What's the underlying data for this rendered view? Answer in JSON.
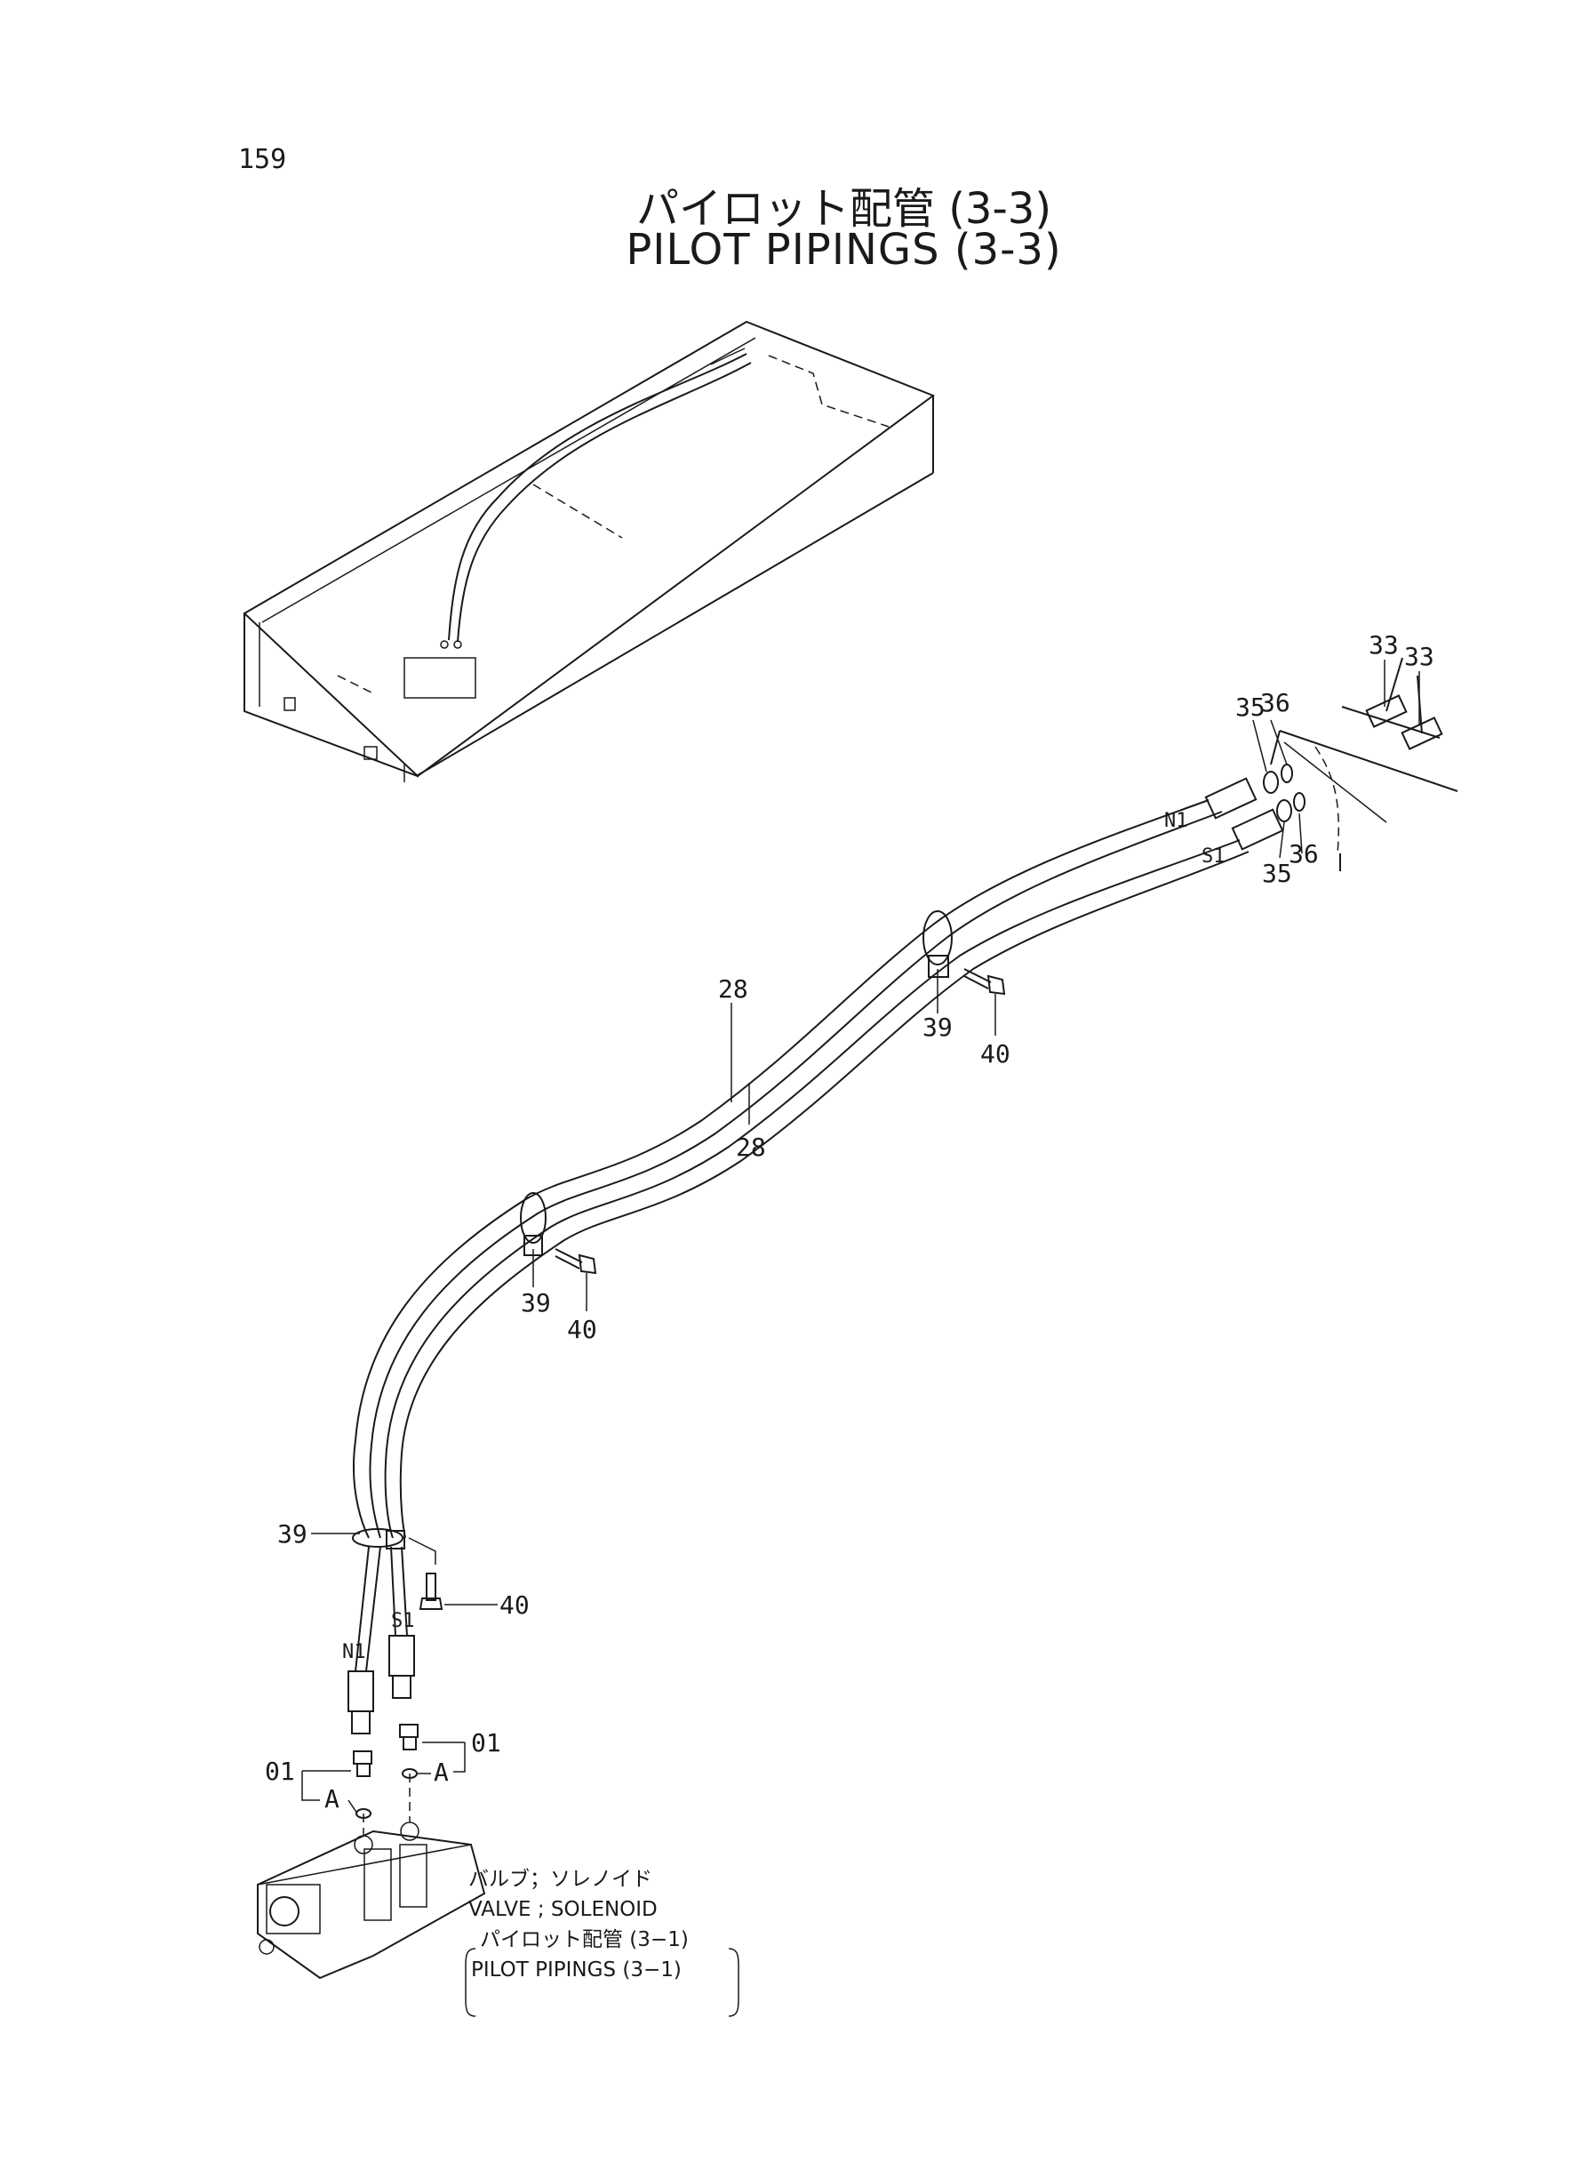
{
  "page_number": "159",
  "title": {
    "japanese": "パイロット配管 (3-3)",
    "english": "PILOT PIPINGS (3-3)"
  },
  "callouts": {
    "c33a": "33",
    "c33b": "33",
    "c35a": "35",
    "c36a": "36",
    "c35b": "35",
    "c36b": "36",
    "c28a": "28",
    "c28b": "28",
    "c39a": "39",
    "c40a": "40",
    "c39b": "39",
    "c40b": "40",
    "c39c": "39",
    "c40c": "40",
    "c01a": "01",
    "c01b": "01",
    "portA1": "A",
    "portA2": "A"
  },
  "port_labels": {
    "n1_top": "N1",
    "s1_top": "S1",
    "n1_bottom": "N1",
    "s1_bottom": "S1"
  },
  "reference_note": {
    "line1": "バルブ；ソレノイド",
    "line2": "VALVE ; SOLENOID",
    "line3": "パイロット配管 (3−1)",
    "line4": "PILOT PIPINGS (3−1)"
  }
}
